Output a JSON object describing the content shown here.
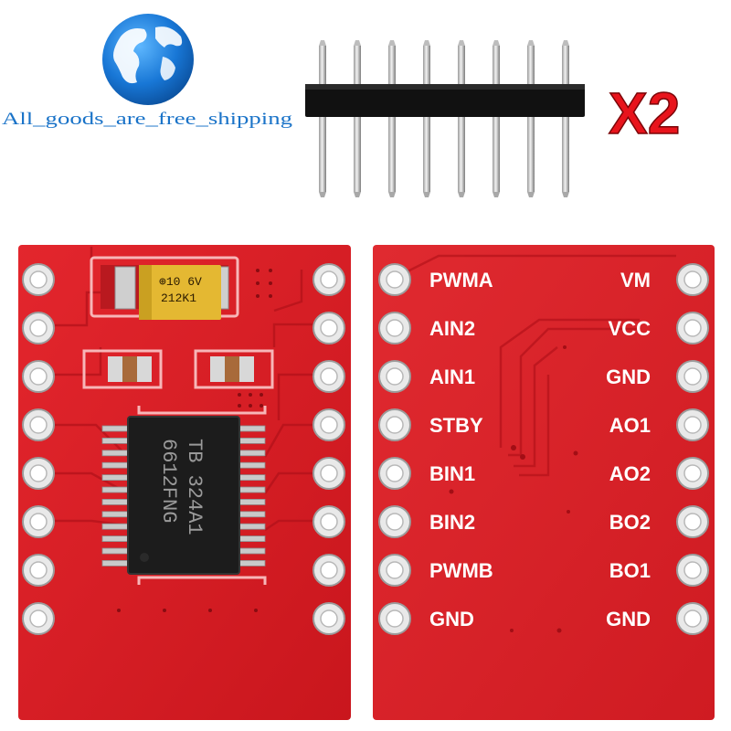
{
  "watermark": {
    "store_text": "All_goods_are_free_shipping",
    "globe_icon": "earth-globe-icon"
  },
  "quantity_badge": "X2",
  "chip": {
    "line1": "TB 324A1",
    "line2": "6612FNG"
  },
  "capacitor": {
    "line1": "⊕10 6V",
    "line2": "212K1"
  },
  "board_back": {
    "left_pins": [
      "PWMA",
      "AIN2",
      "AIN1",
      "STBY",
      "BIN1",
      "BIN2",
      "PWMB",
      "GND"
    ],
    "right_pins": [
      "VM",
      "VCC",
      "GND",
      "AO1",
      "AO2",
      "BO2",
      "BO1",
      "GND"
    ]
  },
  "colors": {
    "pcb_red": "#d91f26",
    "badge_red": "#e8141c",
    "store_blue": "#1a73c8"
  }
}
